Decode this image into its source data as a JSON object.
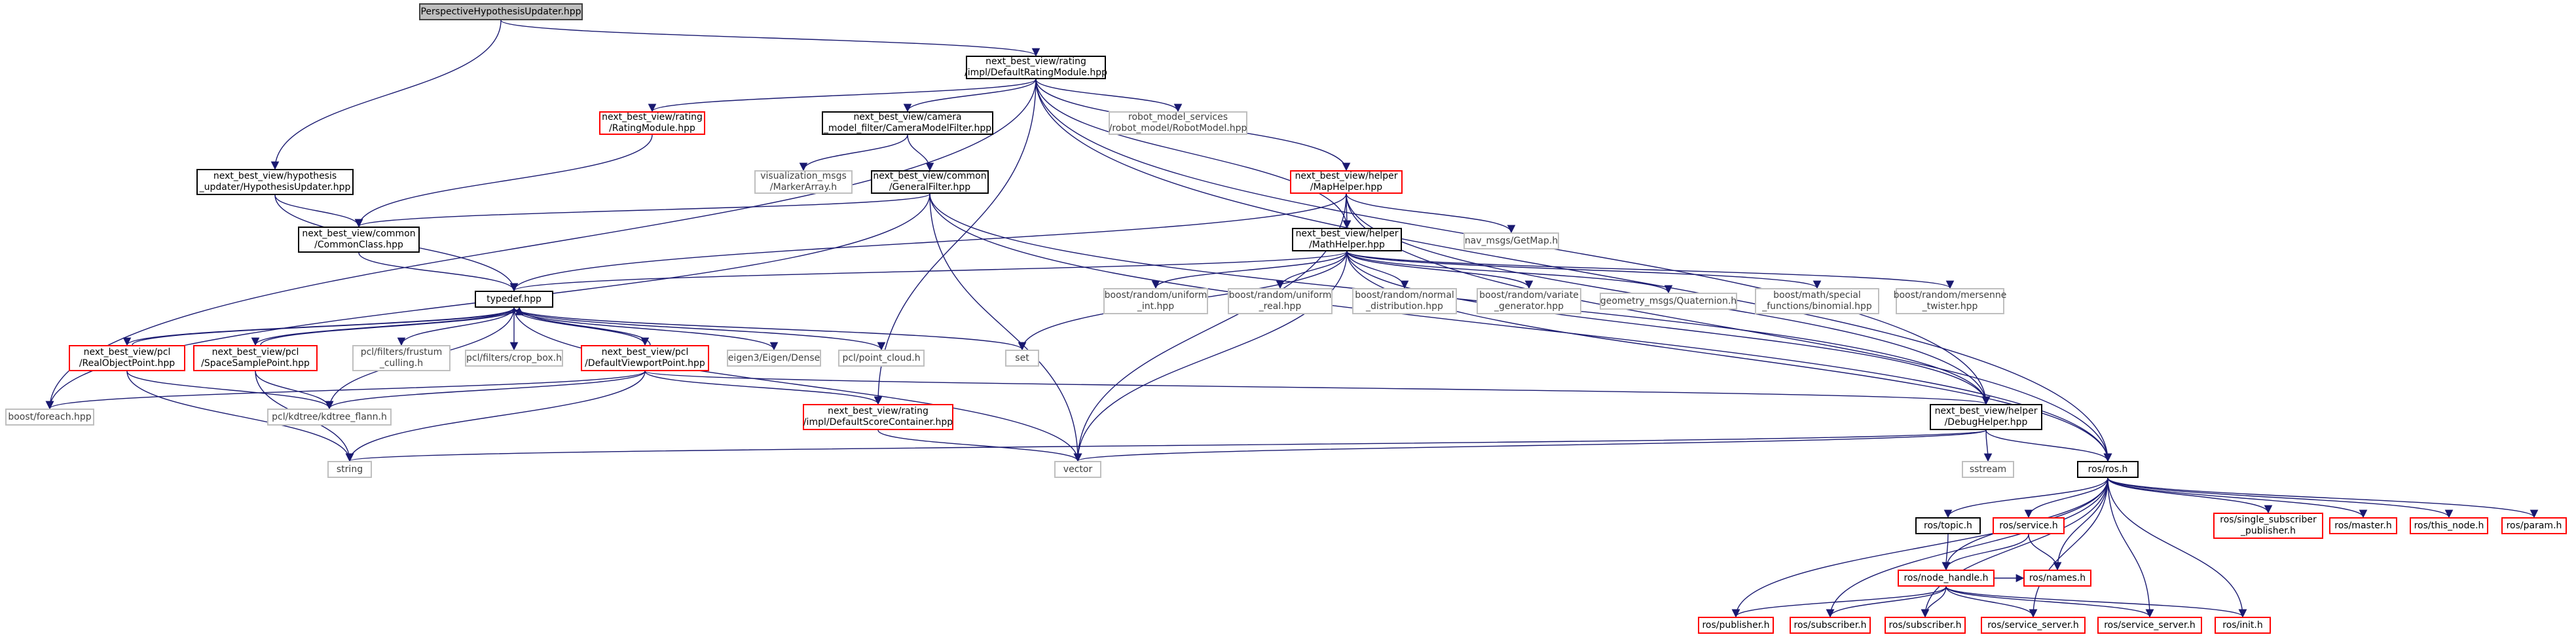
{
  "colors": {
    "edge": "#191970",
    "root_fill": "#bfbfbf",
    "documented_border": "#000000",
    "undocumented_border": "#ff0000",
    "external_border": "#bfbfbf"
  },
  "nodes": {
    "root": "PerspectiveHypothesisUpdater.hpp",
    "default_rating_module": "next_best_view/rating\n/impl/DefaultRatingModule.hpp",
    "rating_module": "next_best_view/rating\n/RatingModule.hpp",
    "camera_model_filter": "next_best_view/camera\n_model_filter/CameraModelFilter.hpp",
    "robot_model": "robot_model_services\n/robot_model/RobotModel.hpp",
    "hypothesis_updater": "next_best_view/hypothesis\n_updater/HypothesisUpdater.hpp",
    "marker_array": "visualization_msgs\n/MarkerArray.h",
    "general_filter": "next_best_view/common\n/GeneralFilter.hpp",
    "map_helper": "next_best_view/helper\n/MapHelper.hpp",
    "common_class": "next_best_view/common\n/CommonClass.hpp",
    "math_helper": "next_best_view/helper\n/MathHelper.hpp",
    "get_map": "nav_msgs/GetMap.h",
    "typedef": "typedef.hpp",
    "uniform_int": "boost/random/uniform\n_int.hpp",
    "uniform_real": "boost/random/uniform\n_real.hpp",
    "normal_dist": "boost/random/normal\n_distribution.hpp",
    "variate_gen": "boost/random/variate\n_generator.hpp",
    "quaternion": "geometry_msgs/Quaternion.h",
    "binomial": "boost/math/special\n_functions/binomial.hpp",
    "mersenne": "boost/random/mersenne\n_twister.hpp",
    "real_object_point": "next_best_view/pcl\n/RealObjectPoint.hpp",
    "space_sample_point": "next_best_view/pcl\n/SpaceSamplePoint.hpp",
    "frustum_culling": "pcl/filters/frustum\n_culling.h",
    "crop_box": "pcl/filters/crop_box.h",
    "default_viewport": "next_best_view/pcl\n/DefaultViewportPoint.hpp",
    "eigen_dense": "eigen3/Eigen/Dense",
    "point_cloud": "pcl/point_cloud.h",
    "set": "set",
    "boost_foreach": "boost/foreach.hpp",
    "kdtree": "pcl/kdtree/kdtree_flann.h",
    "score_container": "next_best_view/rating\n/impl/DefaultScoreContainer.hpp",
    "debug_helper": "next_best_view/helper\n/DebugHelper.hpp",
    "string": "string",
    "vector": "vector",
    "sstream": "sstream",
    "ros": "ros/ros.h",
    "topic": "ros/topic.h",
    "service": "ros/service.h",
    "single_sub_pub": "ros/single_subscriber\n_publisher.h",
    "master": "ros/master.h",
    "this_node": "ros/this_node.h",
    "param": "ros/param.h",
    "node_handle": "ros/node_handle.h",
    "names": "ros/names.h",
    "publisher": "ros/publisher.h",
    "subscriber_a": "ros/subscriber.h",
    "subscriber_b": "ros/subscriber.h",
    "service_server_a": "ros/service_server.h",
    "service_server_b": "ros/service_server.h",
    "init": "ros/init.h"
  }
}
